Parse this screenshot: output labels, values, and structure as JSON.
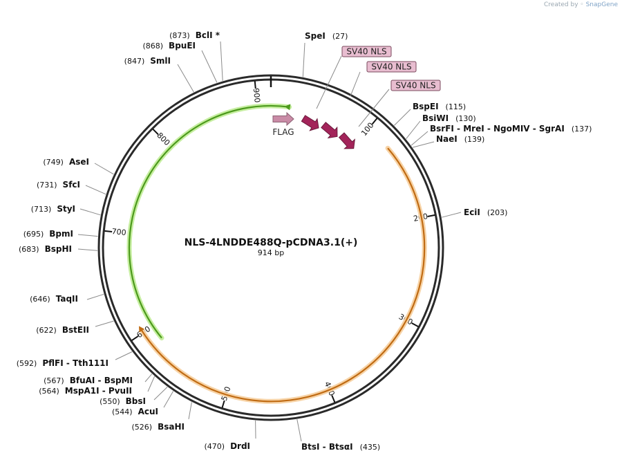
{
  "credit": {
    "prefix": "Created by",
    "brand": "SnapGene"
  },
  "plasmid": {
    "name": "NLS-4LNDDE488Q-pCDNA3.1(+)",
    "size_label": "914 bp",
    "length_bp": 914
  },
  "ticks": [
    {
      "bp": 100,
      "label": "100"
    },
    {
      "bp": 200,
      "label": "200"
    },
    {
      "bp": 300,
      "label": "300"
    },
    {
      "bp": 400,
      "label": "400"
    },
    {
      "bp": 500,
      "label": "500"
    },
    {
      "bp": 600,
      "label": "600"
    },
    {
      "bp": 700,
      "label": "700"
    },
    {
      "bp": 800,
      "label": "800"
    },
    {
      "bp": 900,
      "label": "900"
    }
  ],
  "enzymes": [
    {
      "name": "SpeI",
      "pos": "(27)",
      "bp": 27,
      "side": "right"
    },
    {
      "name": "BspEI",
      "pos": "(115)",
      "bp": 115,
      "side": "right"
    },
    {
      "name": "BsiWI",
      "pos": "(130)",
      "bp": 130,
      "side": "right"
    },
    {
      "name": "BsrFI  - MreI  - NgoMIV  - SgrAI",
      "pos": "(137)",
      "bp": 137,
      "side": "right"
    },
    {
      "name": "NaeI",
      "pos": "(139)",
      "bp": 139,
      "side": "right"
    },
    {
      "name": "EciI",
      "pos": "(203)",
      "bp": 203,
      "side": "right"
    },
    {
      "name": "BtsI  - BtsαI",
      "pos": "(435)",
      "bp": 435,
      "side": "right"
    },
    {
      "name": "DrdI",
      "pos": "(470)",
      "bp": 470,
      "side": "left"
    },
    {
      "name": "BsaHI",
      "pos": "(526)",
      "bp": 526,
      "side": "left"
    },
    {
      "name": "AcuI",
      "pos": "(544)",
      "bp": 544,
      "side": "left"
    },
    {
      "name": "BbsI",
      "pos": "(550)",
      "bp": 550,
      "side": "left"
    },
    {
      "name": "MspA1I  - PvuII",
      "pos": "(564)",
      "bp": 564,
      "side": "left"
    },
    {
      "name": "BfuAI  - BspMI",
      "pos": "(567)",
      "bp": 567,
      "side": "left"
    },
    {
      "name": "PflFI  - Tth111I",
      "pos": "(592)",
      "bp": 592,
      "side": "left"
    },
    {
      "name": "BstEII",
      "pos": "(622)",
      "bp": 622,
      "side": "left"
    },
    {
      "name": "TaqII",
      "pos": "(646)",
      "bp": 646,
      "side": "left"
    },
    {
      "name": "BspHI",
      "pos": "(683)",
      "bp": 683,
      "side": "left"
    },
    {
      "name": "BpmI",
      "pos": "(695)",
      "bp": 695,
      "side": "left"
    },
    {
      "name": "StyI",
      "pos": "(713)",
      "bp": 713,
      "side": "left"
    },
    {
      "name": "SfcI",
      "pos": "(731)",
      "bp": 731,
      "side": "left"
    },
    {
      "name": "AseI",
      "pos": "(749)",
      "bp": 749,
      "side": "left"
    },
    {
      "name": "SmlI",
      "pos": "(847)",
      "bp": 847,
      "side": "left"
    },
    {
      "name": "BpuEI",
      "pos": "(868)",
      "bp": 868,
      "side": "left"
    },
    {
      "name": "BclI *",
      "pos": "(873)",
      "bp": 873,
      "side": "left"
    }
  ],
  "features": [
    {
      "label": "FLAG",
      "color": "#c98ba6",
      "kind": "arrow"
    },
    {
      "label": "SV40 NLS",
      "color": "#a3245a",
      "kind": "arrow"
    },
    {
      "label": "SV40 NLS",
      "color": "#a3245a",
      "kind": "arrow"
    },
    {
      "label": "SV40 NLS",
      "color": "#a3245a",
      "kind": "arrow"
    }
  ],
  "orfs": [
    {
      "name": "green-orf",
      "color": "#4c9a1c",
      "glow": "#c6eea0",
      "direction": "reverse"
    },
    {
      "name": "orange-orf",
      "color": "#c06b13",
      "glow": "#f7d3a6",
      "direction": "forward"
    }
  ],
  "colors": {
    "backbone": "#2a2a2a",
    "nls_box_fill": "#e8bdd0",
    "nls_box_stroke": "#7a4a5e"
  }
}
